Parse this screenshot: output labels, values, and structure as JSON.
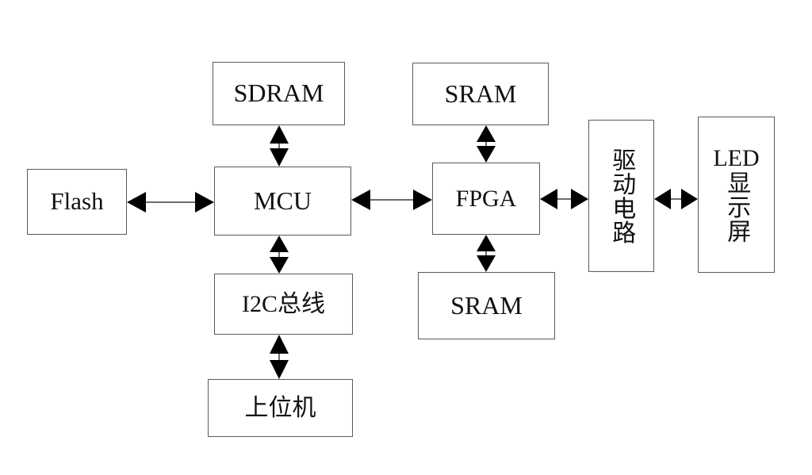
{
  "diagram": {
    "title": "LED display control system block diagram",
    "background_color": "#ffffff",
    "box_border_color": "#5a5a5a",
    "arrow_color": "#000000",
    "shaft_color": "#6d6d6d",
    "nodes": [
      {
        "id": "flash",
        "label": "Flash",
        "orientation": "horizontal"
      },
      {
        "id": "sdram",
        "label": "SDRAM",
        "orientation": "horizontal"
      },
      {
        "id": "mcu",
        "label": "MCU",
        "orientation": "horizontal"
      },
      {
        "id": "i2c",
        "label": "I2C总线",
        "orientation": "horizontal"
      },
      {
        "id": "host",
        "label": "上位机",
        "orientation": "horizontal"
      },
      {
        "id": "sram_top",
        "label": "SRAM",
        "orientation": "horizontal"
      },
      {
        "id": "fpga",
        "label": "FPGA",
        "orientation": "horizontal"
      },
      {
        "id": "sram_bottom",
        "label": "SRAM",
        "orientation": "horizontal"
      },
      {
        "id": "driver",
        "label": "驱动电路",
        "orientation": "vertical"
      },
      {
        "id": "led",
        "label_latin": "LED",
        "label": "显示屏",
        "orientation": "vertical"
      }
    ],
    "connections": [
      {
        "from": "flash",
        "to": "mcu",
        "direction": "bidirectional",
        "axis": "horizontal"
      },
      {
        "from": "sdram",
        "to": "mcu",
        "direction": "bidirectional",
        "axis": "vertical"
      },
      {
        "from": "mcu",
        "to": "i2c",
        "direction": "bidirectional",
        "axis": "vertical"
      },
      {
        "from": "i2c",
        "to": "host",
        "direction": "bidirectional",
        "axis": "vertical"
      },
      {
        "from": "mcu",
        "to": "fpga",
        "direction": "bidirectional",
        "axis": "horizontal"
      },
      {
        "from": "sram_top",
        "to": "fpga",
        "direction": "bidirectional",
        "axis": "vertical"
      },
      {
        "from": "fpga",
        "to": "sram_bottom",
        "direction": "bidirectional",
        "axis": "vertical"
      },
      {
        "from": "fpga",
        "to": "driver",
        "direction": "bidirectional",
        "axis": "horizontal"
      },
      {
        "from": "driver",
        "to": "led",
        "direction": "bidirectional",
        "axis": "horizontal"
      }
    ]
  }
}
